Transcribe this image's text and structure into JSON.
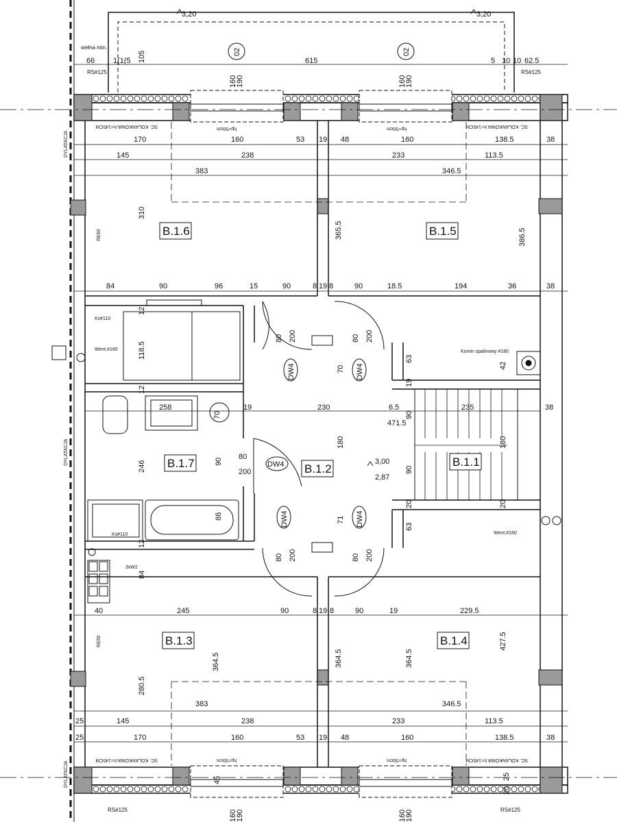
{
  "rooms": {
    "b16": "B.1.6",
    "b15": "B.1.5",
    "b17": "B.1.7",
    "b12": "B.1.2",
    "b11": "B.1.1",
    "b13": "B.1.3",
    "b14": "B.1.4"
  },
  "doors": [
    "DW4",
    "DW4",
    "DW4",
    "DW4",
    "DW4"
  ],
  "windows": {
    "top_left": "02",
    "top_right": "02"
  },
  "levels": {
    "upper": "3,20",
    "main": "3,00",
    "lower": "2,87"
  },
  "labels": {
    "rs125": "RS#125",
    "dylatacja": "DYLATACJA",
    "kolankowa": "SC. KOLANKOWA h=145CM",
    "hp50": "hp=50cm",
    "ks110": "Ks#110",
    "went160": "Went.#160",
    "komin": "Komin spalinowy #180",
    "re60": "RE60",
    "wglna": "wełna min.",
    "sw2": "3xW2"
  },
  "dims": {
    "top_row1": [
      "66",
      "1(1(5",
      "105",
      "615",
      "5",
      "10",
      "10",
      "62.5"
    ],
    "top_row2": [
      "170",
      "160",
      "53",
      "19",
      "48",
      "160",
      "138.5",
      "38"
    ],
    "top_row3": [
      "145",
      "238",
      "233",
      "113.5"
    ],
    "top_row4": [
      "383",
      "346.5"
    ],
    "mid_row": [
      "84",
      "90",
      "96",
      "15",
      "90",
      "8",
      "19",
      "8",
      "90",
      "18.5",
      "194",
      "36",
      "38"
    ],
    "vertical_top": [
      "310",
      "365.5",
      "386.5"
    ],
    "door_sizes": [
      "80",
      "200",
      "80",
      "200",
      "80",
      "200",
      "80",
      "200",
      "80",
      "200"
    ],
    "small_v": [
      "12",
      "118.5",
      "12",
      "246",
      "12",
      "84",
      "70",
      "70",
      "90",
      "180",
      "71",
      "63",
      "42",
      "19",
      "63",
      "20",
      "20",
      "90",
      "90",
      "180",
      "86"
    ],
    "row_230": [
      "19",
      "230",
      "6.5",
      "471.5",
      "235",
      "38",
      "258"
    ],
    "bottom_mid_row": [
      "40",
      "245",
      "90",
      "8",
      "19",
      "8",
      "90",
      "19",
      "229.5"
    ],
    "vertical_bottom": [
      "364.5",
      "364.5",
      "364.5",
      "427.5",
      "280.5"
    ],
    "bottom_row4": [
      "383",
      "346.5"
    ],
    "bottom_row3": [
      "25",
      "145",
      "238",
      "233",
      "113.5"
    ],
    "bottom_row2": [
      "25",
      "170",
      "160",
      "53",
      "19",
      "48",
      "160",
      "138.5",
      "38"
    ],
    "bottom_window": [
      "160",
      "190",
      "160",
      "190",
      "45",
      "25",
      "20"
    ],
    "top_window": [
      "160",
      "190",
      "160",
      "190"
    ]
  }
}
